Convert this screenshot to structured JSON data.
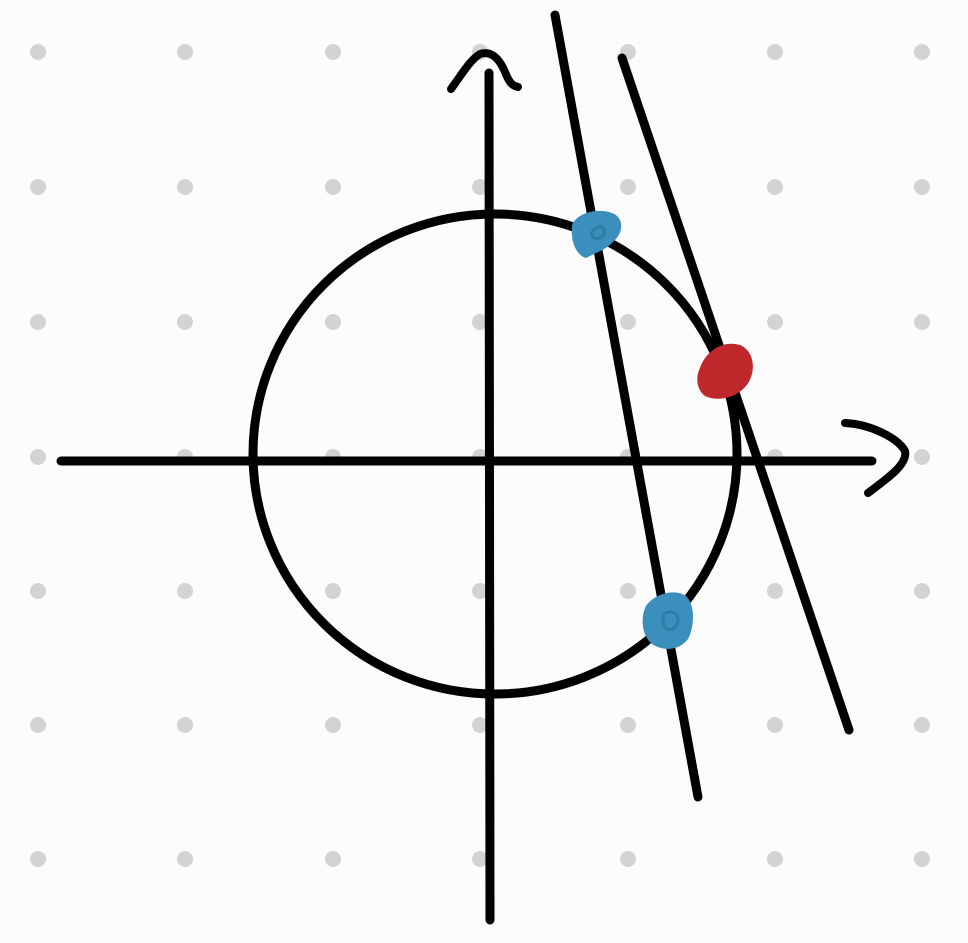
{
  "colors": {
    "background": "#fcfcfc",
    "grid_dot": "#d3d3d3",
    "ink": "#000000",
    "tangent_point": "#c0292b",
    "secant_point": "#3a8fbd"
  },
  "figure": {
    "elements": [
      "dot-grid",
      "x-axis-with-arrow",
      "y-axis-with-arrow",
      "circle-centered-at-origin",
      "secant-line",
      "tangent-line"
    ],
    "marked_points": [
      {
        "name": "secant-upper-intersection",
        "role": "secant",
        "color": "#3a8fbd"
      },
      {
        "name": "secant-lower-intersection",
        "role": "secant",
        "color": "#3a8fbd"
      },
      {
        "name": "tangent-point",
        "role": "tangent",
        "color": "#c0292b"
      }
    ]
  }
}
